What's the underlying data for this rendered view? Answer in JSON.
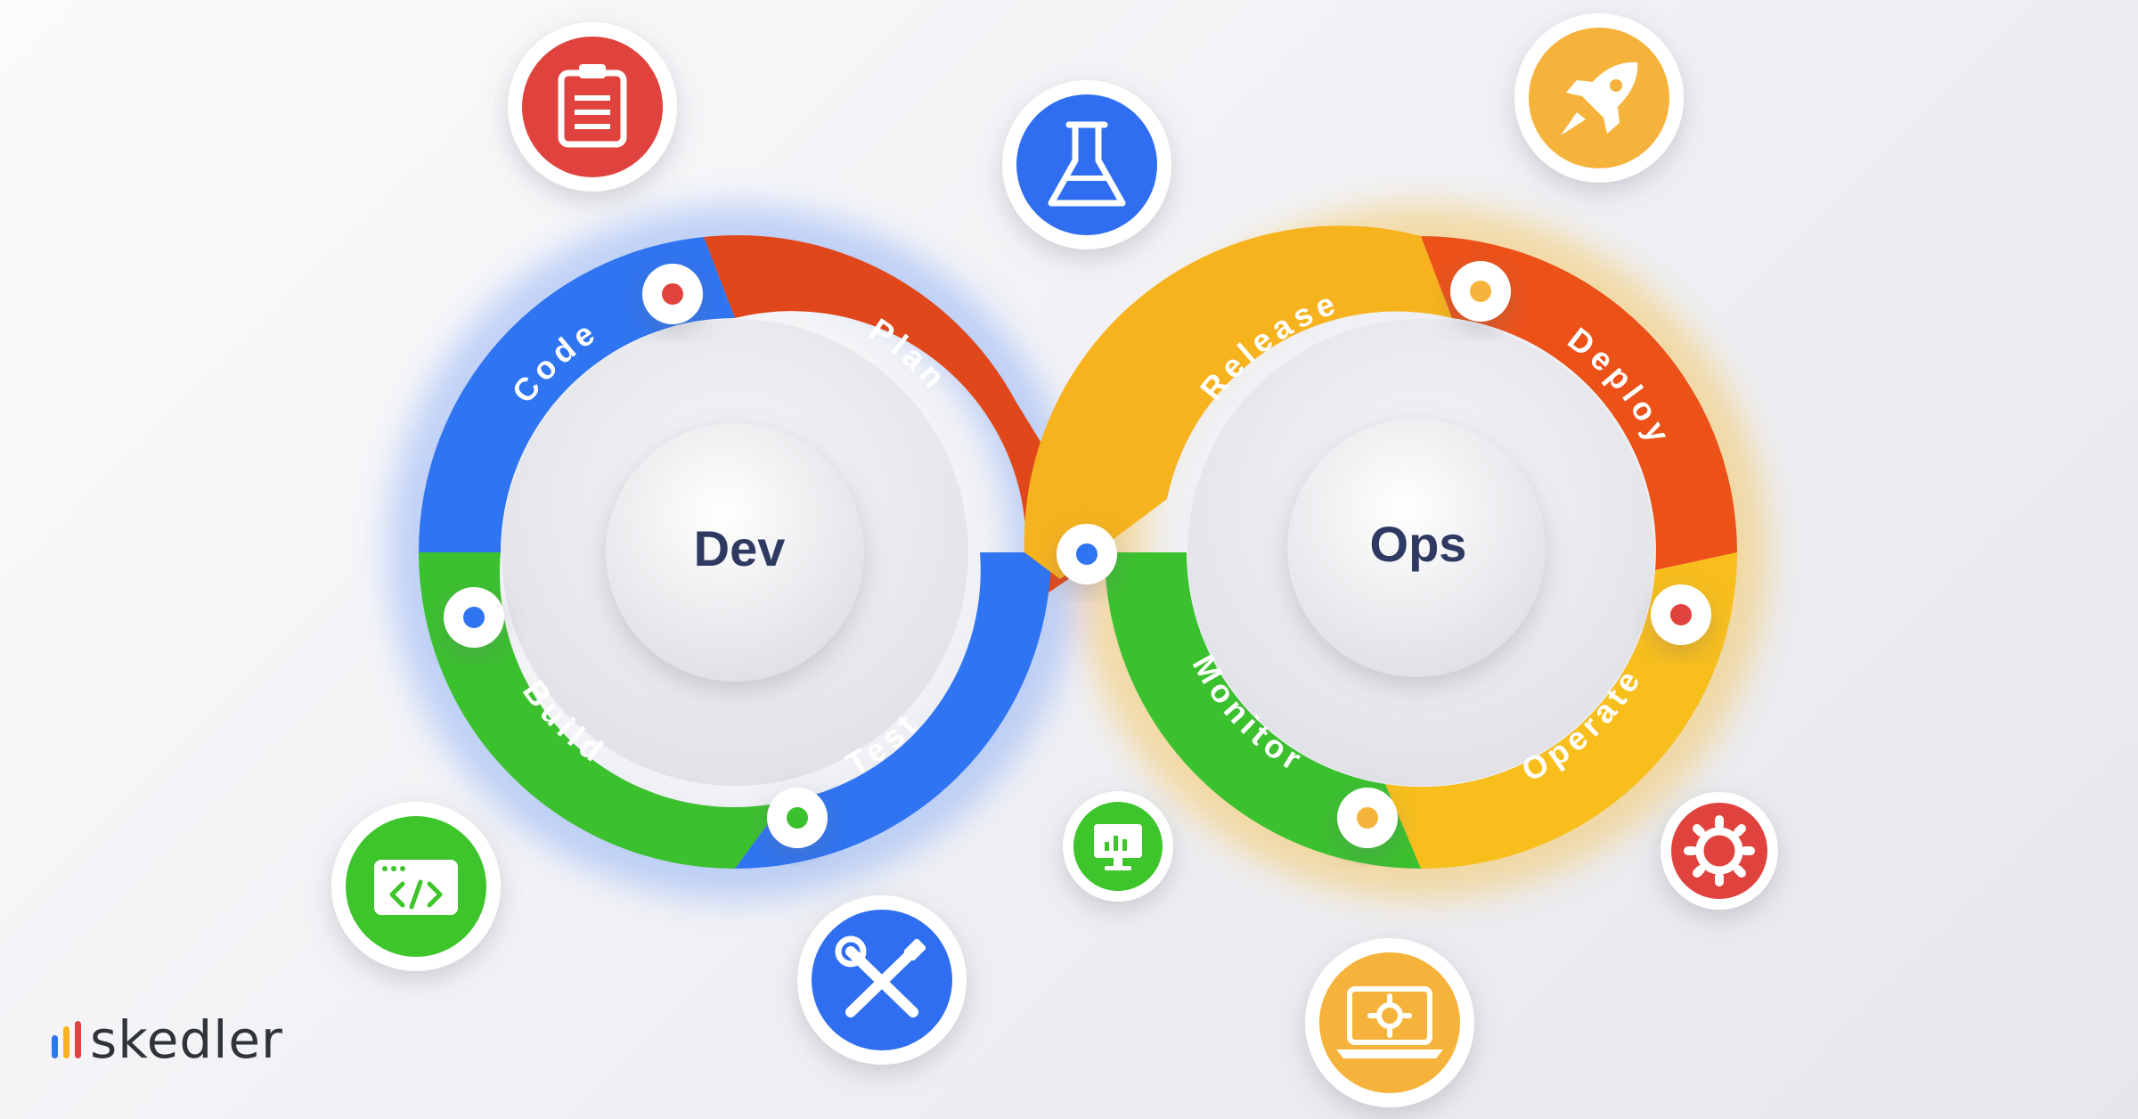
{
  "diagram": {
    "left_center": "Dev",
    "right_center": "Ops",
    "stages": {
      "plan": "Plan",
      "code": "Code",
      "build": "Build",
      "test": "Test",
      "release": "Release",
      "deploy": "Deploy",
      "operate": "Operate",
      "monitor": "Monitor"
    },
    "colors": {
      "plan": "#e0481c",
      "code": "#2f74f0",
      "build": "#3bc02e",
      "test": "#2f74f0",
      "release": "#f6b31d",
      "deploy": "#ec5118",
      "operate": "#f8be1c",
      "monitor": "#3bc02e"
    }
  },
  "icons": [
    {
      "name": "clipboard-icon",
      "color": "#e0433d"
    },
    {
      "name": "flask-icon",
      "color": "#2f6ef0"
    },
    {
      "name": "rocket-icon",
      "color": "#f6b33b"
    },
    {
      "name": "code-window-icon",
      "color": "#3ec52b"
    },
    {
      "name": "tools-icon",
      "color": "#2f6ef0"
    },
    {
      "name": "monitor-chart-icon",
      "color": "#3ec52b"
    },
    {
      "name": "laptop-gear-icon",
      "color": "#f6b33b"
    },
    {
      "name": "gear-icon",
      "color": "#e0433d"
    }
  ],
  "logo": {
    "text": "skedler",
    "bar_colors": [
      "#2f74f0",
      "#f6b31d",
      "#e0433d"
    ]
  }
}
